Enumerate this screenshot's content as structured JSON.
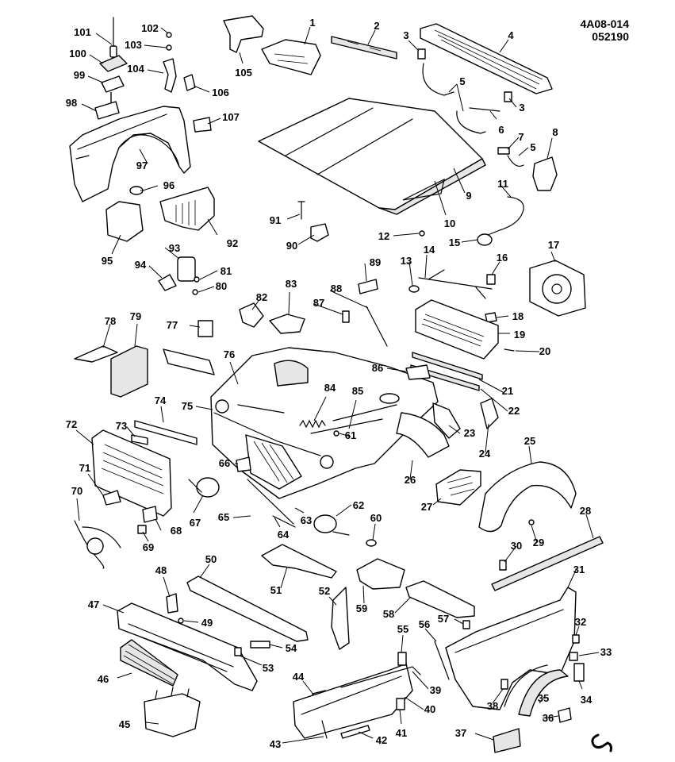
{
  "header": {
    "diagram_code": "4A08-014",
    "date_code": "052190"
  },
  "callouts": [
    {
      "n": "1"
    },
    {
      "n": "2"
    },
    {
      "n": "3"
    },
    {
      "n": "3"
    },
    {
      "n": "4"
    },
    {
      "n": "5"
    },
    {
      "n": "5"
    },
    {
      "n": "6"
    },
    {
      "n": "7"
    },
    {
      "n": "8"
    },
    {
      "n": "9"
    },
    {
      "n": "10"
    },
    {
      "n": "11"
    },
    {
      "n": "12"
    },
    {
      "n": "13"
    },
    {
      "n": "14"
    },
    {
      "n": "15"
    },
    {
      "n": "16"
    },
    {
      "n": "17"
    },
    {
      "n": "18"
    },
    {
      "n": "19"
    },
    {
      "n": "20"
    },
    {
      "n": "21"
    },
    {
      "n": "22"
    },
    {
      "n": "23"
    },
    {
      "n": "24"
    },
    {
      "n": "25"
    },
    {
      "n": "26"
    },
    {
      "n": "27"
    },
    {
      "n": "28"
    },
    {
      "n": "29"
    },
    {
      "n": "30"
    },
    {
      "n": "31"
    },
    {
      "n": "32"
    },
    {
      "n": "33"
    },
    {
      "n": "34"
    },
    {
      "n": "35"
    },
    {
      "n": "36"
    },
    {
      "n": "37"
    },
    {
      "n": "38"
    },
    {
      "n": "39"
    },
    {
      "n": "40"
    },
    {
      "n": "41"
    },
    {
      "n": "42"
    },
    {
      "n": "43"
    },
    {
      "n": "44"
    },
    {
      "n": "45"
    },
    {
      "n": "46"
    },
    {
      "n": "47"
    },
    {
      "n": "48"
    },
    {
      "n": "49"
    },
    {
      "n": "50"
    },
    {
      "n": "51"
    },
    {
      "n": "52"
    },
    {
      "n": "53"
    },
    {
      "n": "54"
    },
    {
      "n": "55"
    },
    {
      "n": "56"
    },
    {
      "n": "57"
    },
    {
      "n": "58"
    },
    {
      "n": "59"
    },
    {
      "n": "60"
    },
    {
      "n": "61"
    },
    {
      "n": "62"
    },
    {
      "n": "63"
    },
    {
      "n": "64"
    },
    {
      "n": "65"
    },
    {
      "n": "66"
    },
    {
      "n": "67"
    },
    {
      "n": "68"
    },
    {
      "n": "69"
    },
    {
      "n": "70"
    },
    {
      "n": "71"
    },
    {
      "n": "72"
    },
    {
      "n": "73"
    },
    {
      "n": "74"
    },
    {
      "n": "75"
    },
    {
      "n": "76"
    },
    {
      "n": "77"
    },
    {
      "n": "78"
    },
    {
      "n": "79"
    },
    {
      "n": "80"
    },
    {
      "n": "81"
    },
    {
      "n": "82"
    },
    {
      "n": "83"
    },
    {
      "n": "84"
    },
    {
      "n": "85"
    },
    {
      "n": "86"
    },
    {
      "n": "87"
    },
    {
      "n": "88"
    },
    {
      "n": "89"
    },
    {
      "n": "90"
    },
    {
      "n": "91"
    },
    {
      "n": "92"
    },
    {
      "n": "93"
    },
    {
      "n": "94"
    },
    {
      "n": "95"
    },
    {
      "n": "96"
    },
    {
      "n": "97"
    },
    {
      "n": "98"
    },
    {
      "n": "99"
    },
    {
      "n": "100"
    },
    {
      "n": "101"
    },
    {
      "n": "102"
    },
    {
      "n": "103"
    },
    {
      "n": "104"
    },
    {
      "n": "105"
    },
    {
      "n": "106"
    },
    {
      "n": "107"
    }
  ],
  "colors": {
    "ink": "#000000",
    "paper": "#ffffff",
    "shade": "#e6e6e6"
  }
}
